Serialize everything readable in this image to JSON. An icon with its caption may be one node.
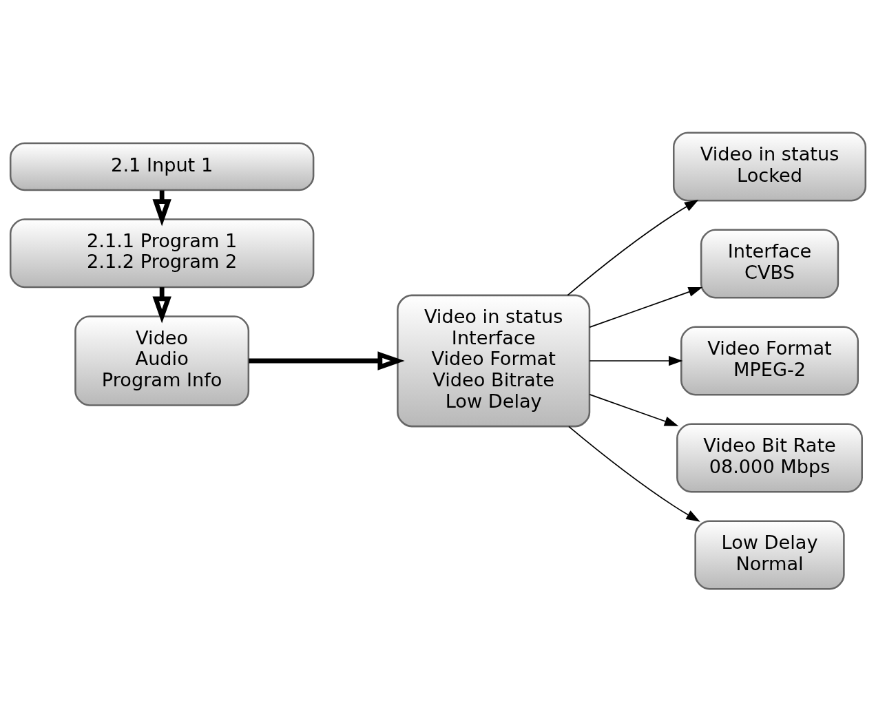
{
  "diagram": {
    "nodes": [
      {
        "text": [
          "2.1 Input 1"
        ]
      },
      {
        "text": [
          "2.1.1 Program 1",
          "2.1.2 Program 2"
        ]
      },
      {
        "text": [
          "Video",
          "Audio",
          "Program Info"
        ]
      },
      {
        "text": [
          "Video in status",
          "Interface",
          "Video Format",
          "Video Bitrate",
          "Low Delay"
        ]
      },
      {
        "text": [
          "Video in status",
          "Locked"
        ]
      },
      {
        "text": [
          "Interface",
          "CVBS"
        ]
      },
      {
        "text": [
          "Video Format",
          "MPEG-2"
        ]
      },
      {
        "text": [
          "Video Bit Rate",
          "08.000 Mbps"
        ]
      },
      {
        "text": [
          "Low Delay",
          "Normal"
        ]
      }
    ],
    "edges": [
      {
        "from": 0,
        "to": 1,
        "arrow": "to",
        "style": "thick"
      },
      {
        "from": 1,
        "to": 2,
        "arrow": "to",
        "style": "thick"
      },
      {
        "from": 2,
        "to": 3,
        "arrow": "to",
        "style": "thick"
      },
      {
        "from": 3,
        "to": 4,
        "arrow": "to"
      },
      {
        "from": 3,
        "to": 5,
        "arrow": "to"
      },
      {
        "from": 3,
        "to": 6,
        "arrow": "to"
      },
      {
        "from": 3,
        "to": 7,
        "arrow": "to"
      },
      {
        "from": 3,
        "to": 8,
        "arrow": "to"
      }
    ]
  }
}
